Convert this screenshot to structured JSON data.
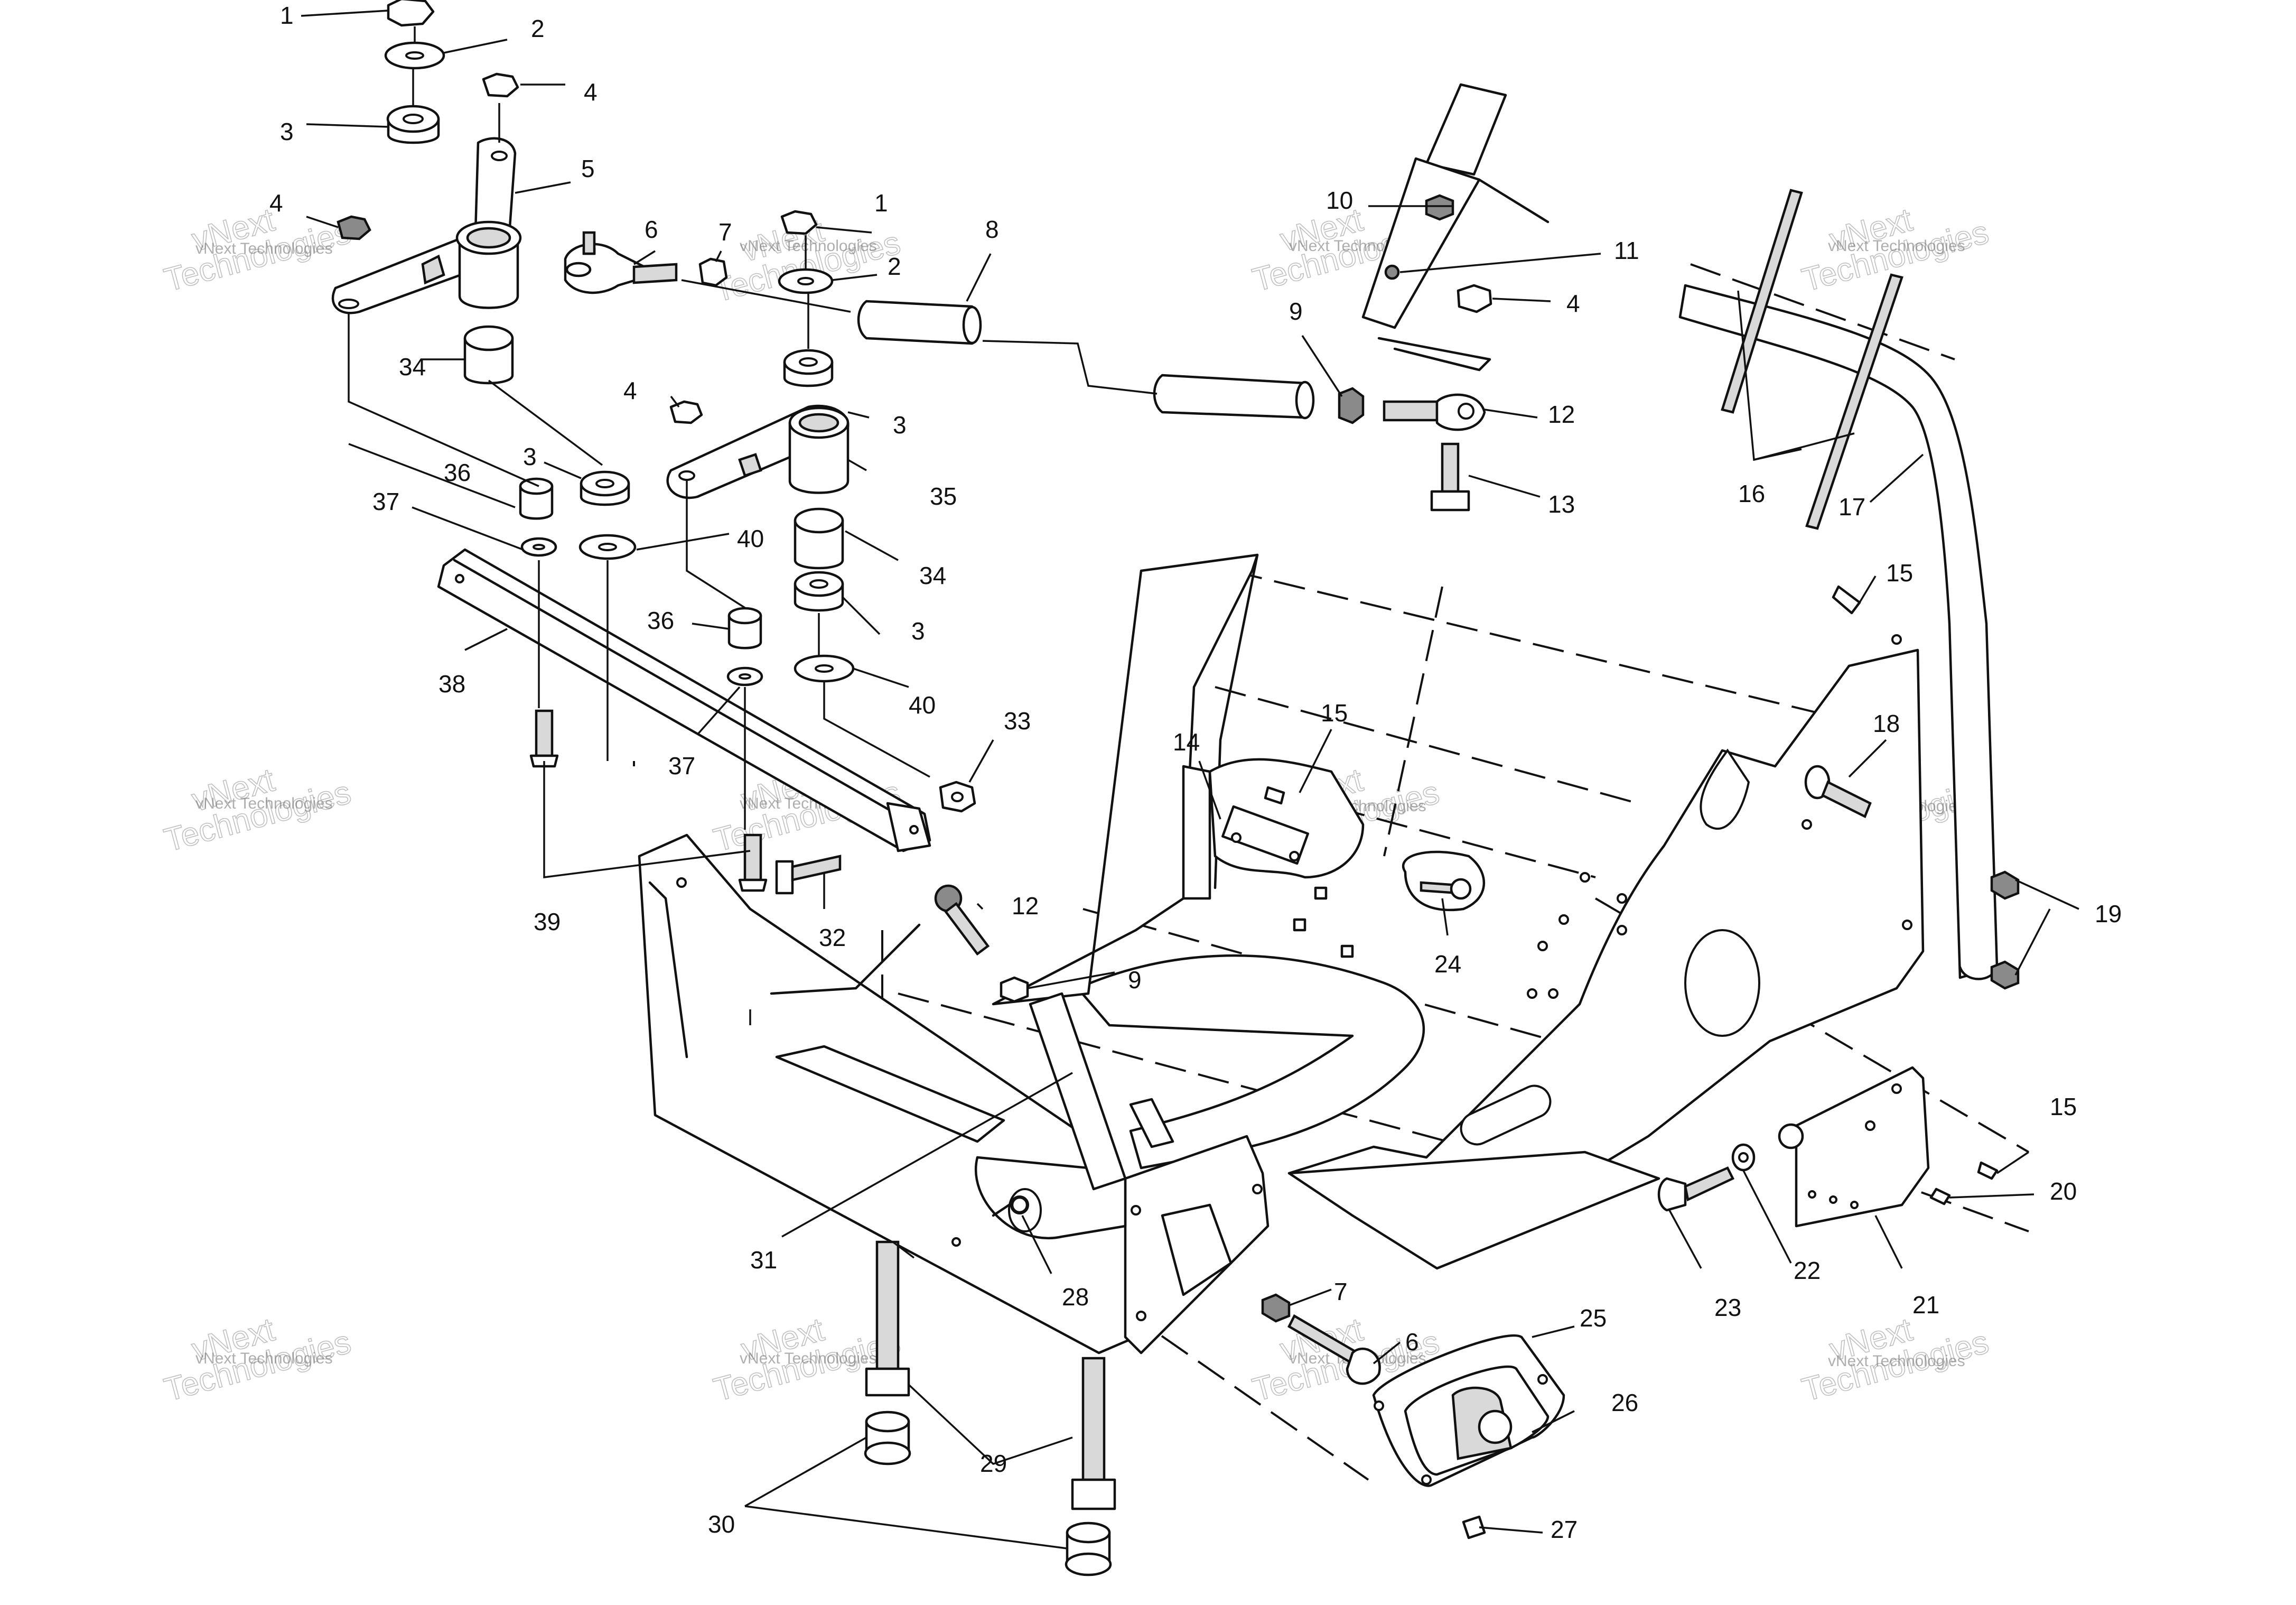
{
  "watermark": {
    "line1": "vNext",
    "line2": "Technologies",
    "line_small": "vNext Technologies"
  },
  "callouts": {
    "c1a": "1",
    "c2a": "2",
    "c3a": "3",
    "c4a": "4",
    "c5": "5",
    "c4b": "4",
    "c6a": "6",
    "c7a": "7",
    "c1b": "1",
    "c2b": "2",
    "c8": "8",
    "c10": "10",
    "c11": "11",
    "c4c": "4",
    "c9a": "9",
    "c12a": "12",
    "c13": "13",
    "c16": "16",
    "c17": "17",
    "c15a": "15",
    "c34a": "34",
    "c4d": "4",
    "c3b": "3",
    "c36a": "36",
    "c3c": "3",
    "c35": "35",
    "c37a": "37",
    "c40a": "40",
    "c34b": "34",
    "c38": "38",
    "c36b": "36",
    "c3d": "3",
    "c40b": "40",
    "c37b": "37",
    "c33": "33",
    "c14": "14",
    "c15b": "15",
    "c18": "18",
    "c39": "39",
    "c32": "32",
    "c12b": "12",
    "c24": "24",
    "c19": "19",
    "c9b": "9",
    "c15c": "15",
    "c20": "20",
    "c31": "31",
    "c28": "28",
    "c7b": "7",
    "c6b": "6",
    "c23": "23",
    "c22": "22",
    "c21": "21",
    "c25": "25",
    "c26": "26",
    "c29": "29",
    "c30": "30",
    "c27": "27"
  }
}
